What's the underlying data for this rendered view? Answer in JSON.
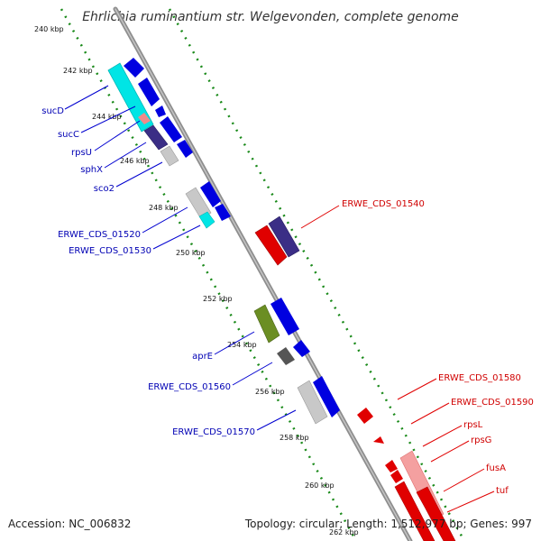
{
  "title": "Ehrlichia ruminantium str. Welgevonden, complete genome",
  "footer": {
    "accession": "Accession: NC_006832",
    "topology": "Topology: circular; Length: 1,512,977 bp; Genes: 997"
  },
  "colors": {
    "backbone": "#9a9a9a",
    "tick_green": "#1a8a1a",
    "label_blue": "#0000b4",
    "label_red": "#d00000"
  },
  "ticks": [
    {
      "label": "240 kbp"
    },
    {
      "label": "242 kbp"
    },
    {
      "label": "244 kbp"
    },
    {
      "label": "246 kbp"
    },
    {
      "label": "248 kbp"
    },
    {
      "label": "250 kbp"
    },
    {
      "label": "252 kbp"
    },
    {
      "label": "254 kbp"
    },
    {
      "label": "256 kbp"
    },
    {
      "label": "258 kbp"
    },
    {
      "label": "260 kbp"
    },
    {
      "label": "262 kbp"
    }
  ],
  "gene_labels_left": [
    {
      "label": "sucD"
    },
    {
      "label": "sucC"
    },
    {
      "label": "rpsU"
    },
    {
      "label": "sphX"
    },
    {
      "label": "sco2"
    },
    {
      "label": "ERWE_CDS_01520"
    },
    {
      "label": "ERWE_CDS_01530"
    },
    {
      "label": "aprE"
    },
    {
      "label": "ERWE_CDS_01560"
    },
    {
      "label": "ERWE_CDS_01570"
    }
  ],
  "gene_labels_right": [
    {
      "label": "ERWE_CDS_01540"
    },
    {
      "label": "ERWE_CDS_01580"
    },
    {
      "label": "ERWE_CDS_01590"
    },
    {
      "label": "rpsL"
    },
    {
      "label": "rpsG"
    },
    {
      "label": "fusA"
    },
    {
      "label": "tuf"
    }
  ]
}
